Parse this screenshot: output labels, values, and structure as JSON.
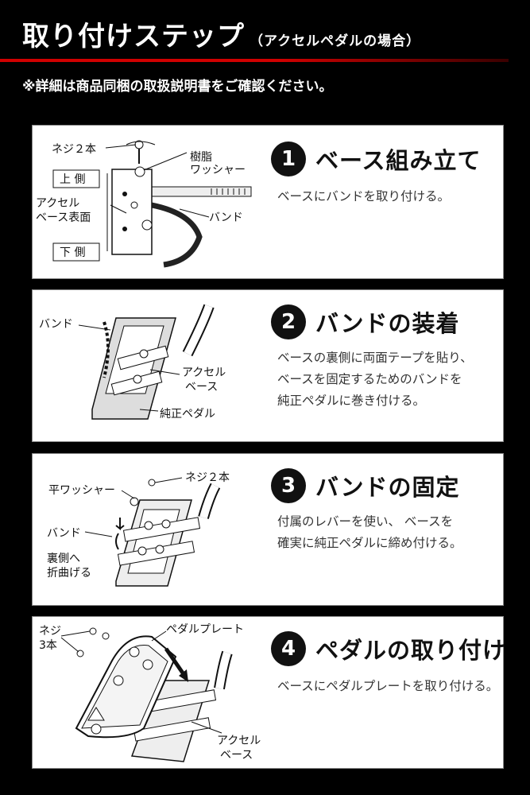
{
  "header": {
    "title": "取り付けステップ",
    "subtitle": "（アクセルペダルの場合）",
    "note": "※詳細は商品同梱の取扱説明書をご確認ください。"
  },
  "steps": [
    {
      "number": "1",
      "title": "ベース組み立て",
      "description": "ベースにバンドを取り付ける。",
      "labels": {
        "screw": "ネジ２本",
        "resin": "樹脂",
        "washer": "ワッシャー",
        "upper": "上 側",
        "accel_base1": "アクセル",
        "accel_base2": "ベース表面",
        "band": "バンド",
        "lower": "下 側"
      }
    },
    {
      "number": "2",
      "title": "バンドの装着",
      "description": "ベースの裏側に両面テープを貼り、\nベースを固定するためのバンドを\n純正ペダルに巻き付ける。",
      "labels": {
        "band": "バンド",
        "accel1": "アクセル",
        "accel2": "ベース",
        "pedal": "純正ペダル"
      }
    },
    {
      "number": "3",
      "title": "バンドの固定",
      "description": "付属のレバーを使い、 ベースを\n確実に純正ペダルに締め付ける。",
      "labels": {
        "flat_washer": "平ワッシャー",
        "screw": "ネジ２本",
        "band": "バンド",
        "fold1": "裏側へ",
        "fold2": "折曲げる"
      }
    },
    {
      "number": "4",
      "title": "ペダルの取り付け",
      "description": "ベースにペダルプレートを取り付ける。",
      "labels": {
        "screw1": "ネジ",
        "screw2": "3本",
        "pedal_plate": "ペダルプレート",
        "accel1": "アクセル",
        "accel2": "ベース"
      }
    }
  ]
}
